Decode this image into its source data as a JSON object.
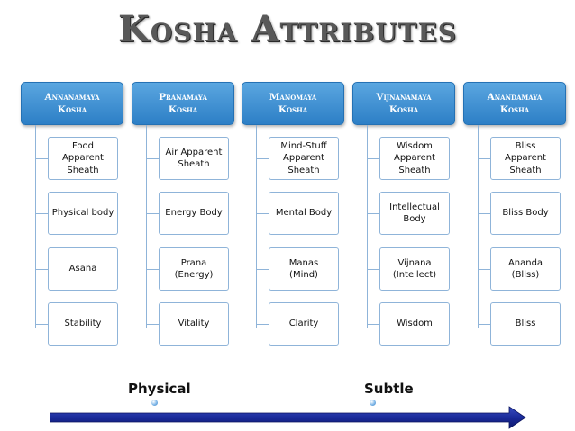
{
  "title": "Kosha Attributes",
  "columns": [
    {
      "header": "Annanamaya\nKosha",
      "items": [
        "Food\nApparent\nSheath",
        "Physical body",
        "Asana",
        "Stability"
      ]
    },
    {
      "header": "Pranamaya\nKosha",
      "items": [
        "Air Apparent\nSheath",
        "Energy Body",
        "Prana\n(Energy)",
        "Vitality"
      ]
    },
    {
      "header": "Manomaya\nKosha",
      "items": [
        "Mind-Stuff\nApparent\nSheath",
        "Mental Body",
        "Manas\n(Mind)",
        "Clarity"
      ]
    },
    {
      "header": "Vijnanamaya\nKosha",
      "items": [
        "Wisdom\nApparent\nSheath",
        "Intellectual\nBody",
        "Vijnana\n(Intellect)",
        "Wisdom"
      ]
    },
    {
      "header": "Anandamaya\nKosha",
      "items": [
        "Bliss\nApparent\nSheath",
        "Bliss Body",
        "Ananda\n(Bllss)",
        "Bliss"
      ]
    }
  ],
  "axis": {
    "left_label": "Physical",
    "right_label": "Subtle"
  },
  "colors": {
    "header": "#3b8fd6",
    "border": "#8fb4d9",
    "arrow": "#1f2f9e",
    "title": "#595959"
  }
}
